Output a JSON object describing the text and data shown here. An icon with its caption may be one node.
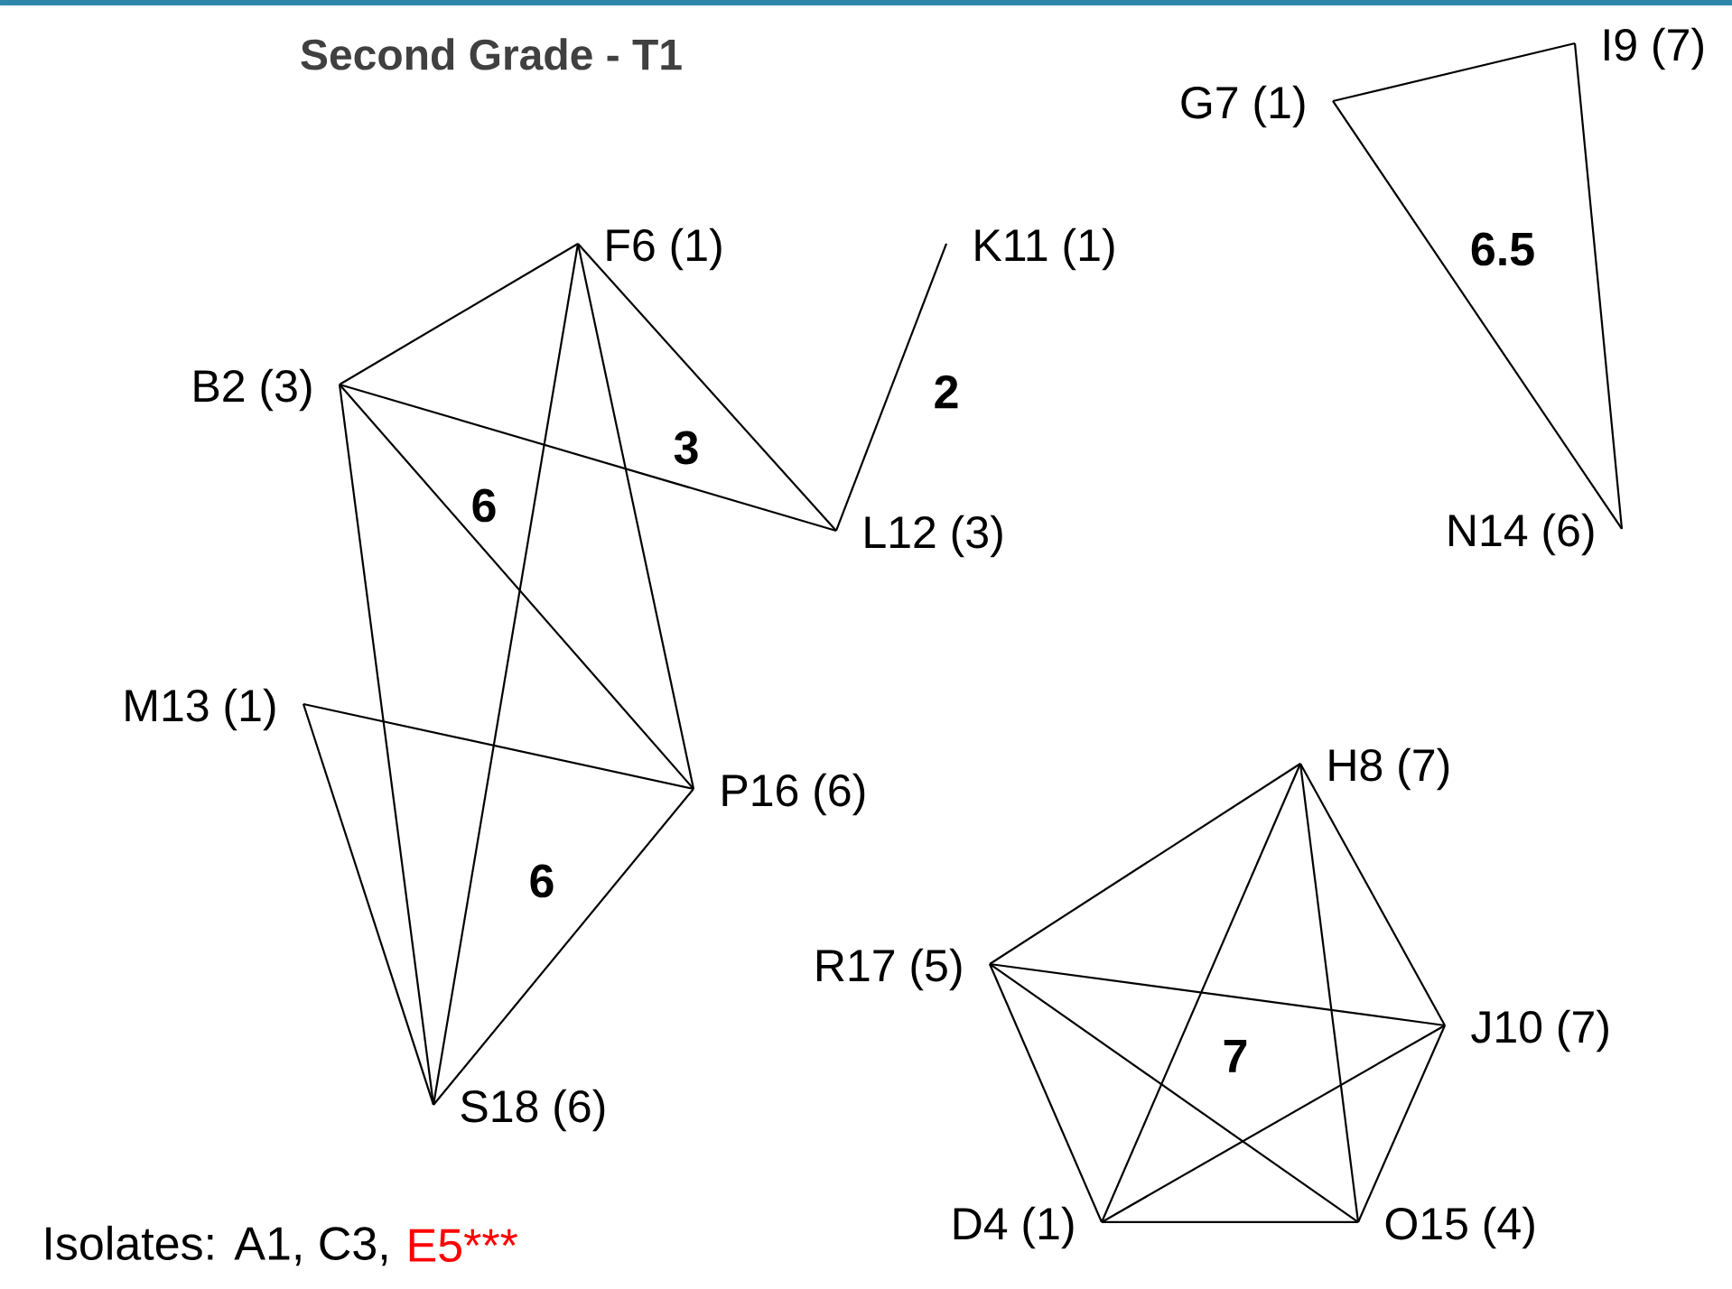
{
  "diagram": {
    "title": "Second Grade - T1",
    "nodes": [
      {
        "text": [
          "I9 (7)"
        ]
      },
      {
        "text": [
          "G7 (1)"
        ]
      },
      {
        "text": [
          "F6 (1)"
        ]
      },
      {
        "text": [
          "K11 (1)"
        ]
      },
      {
        "text": [
          "B2 (3)"
        ]
      },
      {
        "text": [
          "L12 (3)"
        ]
      },
      {
        "text": [
          "N14 (6)"
        ]
      },
      {
        "text": [
          "M13 (1)"
        ]
      },
      {
        "text": [
          "H8 (7)"
        ]
      },
      {
        "text": [
          "P16 (6)"
        ]
      },
      {
        "text": [
          "R17 (5)"
        ]
      },
      {
        "text": [
          "J10 (7)"
        ]
      },
      {
        "text": [
          "S18 (6)"
        ]
      },
      {
        "text": [
          "D4 (1)"
        ]
      },
      {
        "text": [
          "O15 (4)"
        ]
      }
    ],
    "edges": [
      {
        "from": 1,
        "to": 0,
        "arrow": "none"
      },
      {
        "from": 1,
        "to": 6,
        "arrow": "none"
      },
      {
        "from": 0,
        "to": 6,
        "arrow": "none"
      },
      {
        "from": 4,
        "to": 2,
        "arrow": "none"
      },
      {
        "from": 4,
        "to": 5,
        "arrow": "none"
      },
      {
        "from": 4,
        "to": 9,
        "arrow": "none"
      },
      {
        "from": 4,
        "to": 12,
        "arrow": "none"
      },
      {
        "from": 2,
        "to": 5,
        "arrow": "none"
      },
      {
        "from": 2,
        "to": 9,
        "arrow": "none"
      },
      {
        "from": 2,
        "to": 12,
        "arrow": "none"
      },
      {
        "from": 5,
        "to": 3,
        "arrow": "none"
      },
      {
        "from": 7,
        "to": 9,
        "arrow": "none"
      },
      {
        "from": 7,
        "to": 12,
        "arrow": "none"
      },
      {
        "from": 9,
        "to": 12,
        "arrow": "none"
      },
      {
        "from": 10,
        "to": 8,
        "arrow": "none"
      },
      {
        "from": 8,
        "to": 11,
        "arrow": "none"
      },
      {
        "from": 8,
        "to": 13,
        "arrow": "none"
      },
      {
        "from": 8,
        "to": 14,
        "arrow": "none"
      },
      {
        "from": 10,
        "to": 11,
        "arrow": "none"
      },
      {
        "from": 10,
        "to": 13,
        "arrow": "none"
      },
      {
        "from": 10,
        "to": 14,
        "arrow": "none"
      },
      {
        "from": 11,
        "to": 13,
        "arrow": "none"
      },
      {
        "from": 11,
        "to": 14,
        "arrow": "none"
      },
      {
        "from": 13,
        "to": 14,
        "arrow": "none"
      }
    ],
    "labels": [
      "6.5",
      "2",
      "3",
      "6",
      "6",
      "7",
      "Isolates: A1, C3,",
      "E5***"
    ]
  }
}
